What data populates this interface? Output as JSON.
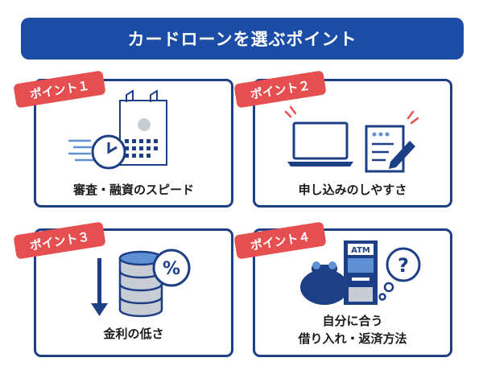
{
  "header": {
    "title": "カードローンを選ぶポイント"
  },
  "colors": {
    "header_blue": "#1b4ca6",
    "badge_red": "#e64f50",
    "border_navy": "#1d3f86",
    "light_blue": "#5f8fd4",
    "grey": "#c8cdd5"
  },
  "points": [
    {
      "badge": "ポイント１",
      "caption": "審査・融資のスピード",
      "icon": "clock-calendar-icon"
    },
    {
      "badge": "ポイント２",
      "caption": "申し込みのしやすさ",
      "icon": "laptop-document-icon"
    },
    {
      "badge": "ポイント３",
      "caption": "金利の低さ",
      "icon": "coin-stack-percent-icon"
    },
    {
      "badge": "ポイント４",
      "caption_line1": "自分に合う",
      "caption_line2": "借り入れ・返済方法",
      "icon": "wallet-atm-question-icon"
    }
  ],
  "icons": {
    "percent_label": "%",
    "atm_label": "ATM",
    "question_label": "?"
  }
}
